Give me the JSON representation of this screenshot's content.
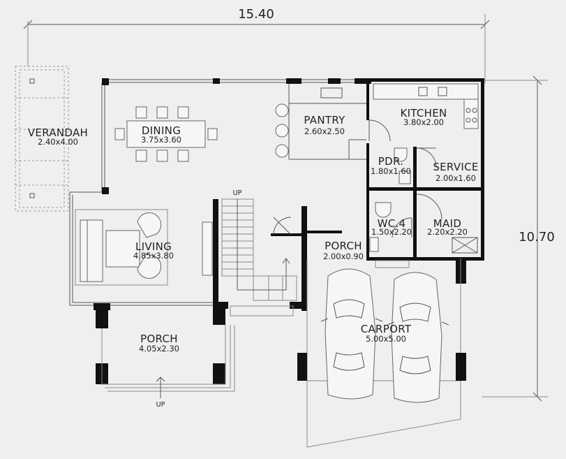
{
  "dimensions": {
    "width": "15.40",
    "depth": "10.70"
  },
  "rooms": [
    {
      "id": "verandah",
      "name": "VERANDAH",
      "size": "2.40x4.00"
    },
    {
      "id": "dining",
      "name": "DINING",
      "size": "3.75x3.60"
    },
    {
      "id": "pantry",
      "name": "PANTRY",
      "size": "2.60x2.50"
    },
    {
      "id": "kitchen",
      "name": "KITCHEN",
      "size": "3.80x2.00"
    },
    {
      "id": "pdr",
      "name": "PDR.",
      "size": "1.80x1.60"
    },
    {
      "id": "service",
      "name": "SERVICE",
      "size": "2.00x1.60"
    },
    {
      "id": "wc4",
      "name": "WC.4",
      "size": "1.50x2.20"
    },
    {
      "id": "maid",
      "name": "MAID",
      "size": "2.20x2.20"
    },
    {
      "id": "living",
      "name": "LIVING",
      "size": "4.85x3.80"
    },
    {
      "id": "porch-small",
      "name": "PORCH",
      "size": "2.00x0.90"
    },
    {
      "id": "carport",
      "name": "CARPORT",
      "size": "5.00x5.00"
    },
    {
      "id": "porch-front",
      "name": "PORCH",
      "size": "4.05x2.30"
    }
  ],
  "annotations": {
    "stair_up": "UP",
    "entry_up": "UP"
  }
}
